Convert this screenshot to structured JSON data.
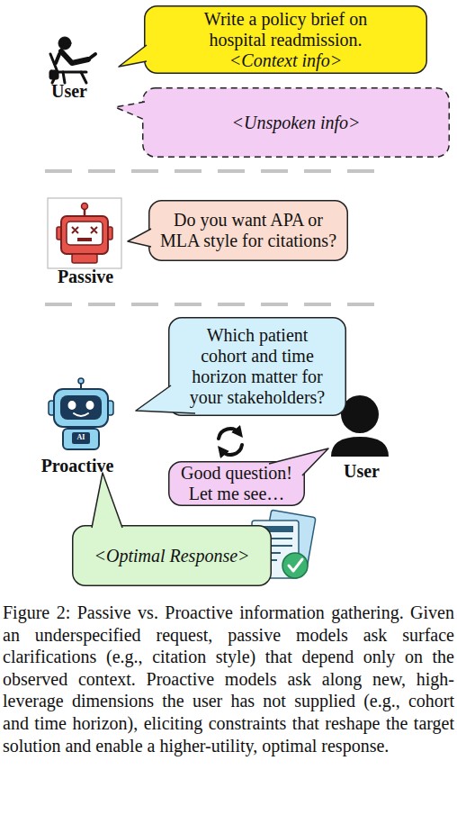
{
  "diagram": {
    "caption": "Figure 2: Passive vs. Proactive information gathering. Given an underspecified request, passive models ask surface clarifications (e.g., citation style) that depend only on the observed context. Proactive models ask along new, high-leverage dimensions the user has not supplied (e.g., cohort and time horizon), eliciting constraints that reshape the target solution and enable a higher-utility, optimal response.",
    "nodes": [
      {
        "text": [
          "Write a policy brief on hospital readmission.",
          "<Context info>"
        ]
      },
      {
        "text": [
          "<Unspoken info>"
        ]
      },
      {
        "text": [
          "Do you want APA or MLA style for citations?"
        ]
      },
      {
        "text": [
          "Which patient cohort and time horizon matter for your stakeholders?"
        ]
      },
      {
        "text": [
          "Good question! Let me see…"
        ]
      },
      {
        "text": [
          "<Optimal Response>"
        ]
      }
    ],
    "labels": [
      "User",
      "Passive",
      "Proactive",
      "User",
      "AI"
    ]
  }
}
